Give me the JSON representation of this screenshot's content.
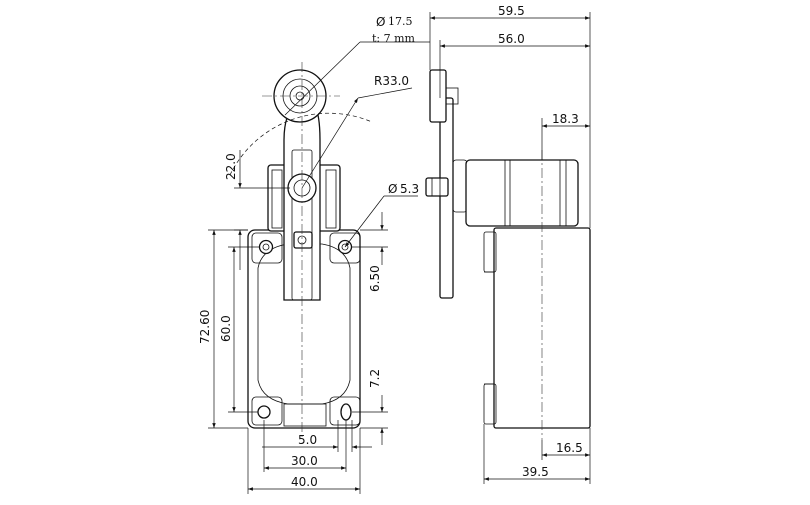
{
  "dimensions": {
    "roller_diameter": "17.5",
    "roller_thickness": "t: 7 mm",
    "lever_radius": "R33.0",
    "mount_hole_diameter": "5.3",
    "top_height": "22.0",
    "hole_offset_top": "6.50",
    "body_height_total": "72.60",
    "hole_spacing_vertical": "60.0",
    "hole_offset_bottom": "7.2",
    "hole_offset_side": "5.0",
    "hole_spacing_horizontal": "30.0",
    "body_width": "40.0",
    "side_total_length": "59.5",
    "side_lever_length": "56.0",
    "side_shaft_offset": "18.3",
    "side_base_offset": "16.5",
    "side_body_depth": "39.5"
  },
  "symbols": {
    "diameter": "Ø"
  }
}
